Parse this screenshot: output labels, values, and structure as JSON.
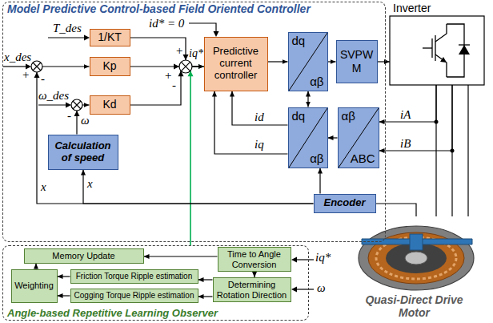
{
  "diagram": {
    "nodes": [
      {
        "text": [
          "Model Predictive Control-based Field Oriented Controller"
        ]
      },
      {
        "text": [
          "1/KT"
        ],
        "in": 0
      },
      {
        "text": [
          "Kp"
        ],
        "in": 0
      },
      {
        "text": [
          "Kd"
        ],
        "in": 0
      },
      {
        "text": [
          "Predictive current controller"
        ],
        "in": 0
      },
      {
        "text": [
          "dq",
          "αβ"
        ],
        "in": 0
      },
      {
        "text": [
          "SVPW M"
        ],
        "in": 0
      },
      {
        "text": [
          "Inverter"
        ]
      },
      {
        "text": [
          "dq",
          "αβ"
        ],
        "in": 0
      },
      {
        "text": [
          "αβ",
          "ABC"
        ],
        "in": 0
      },
      {
        "text": [
          "Calculation of speed"
        ],
        "in": 0
      },
      {
        "text": [
          "Encoder"
        ],
        "in": 0
      },
      {
        "text": [
          "Quasi-Direct Drive Motor"
        ]
      },
      {
        "text": [
          "Angle-based Repetitive Learning Observer"
        ]
      },
      {
        "text": [
          "Memory Update"
        ],
        "in": 13
      },
      {
        "text": [
          "Time to Angle Conversion"
        ],
        "in": 13
      },
      {
        "text": [
          "Friction Torque Ripple estimation"
        ],
        "in": 13
      },
      {
        "text": [
          "Cogging Torque Ripple estimation"
        ],
        "in": 13
      },
      {
        "text": [
          "Weighting"
        ],
        "in": 13
      },
      {
        "text": [
          "Determining Rotation Direction"
        ],
        "in": 13
      }
    ],
    "edges": [
      {
        "from": 1,
        "to": 4,
        "arrow": "to"
      },
      {
        "from": 2,
        "to": 4,
        "arrow": "to"
      },
      {
        "from": 3,
        "to": 4,
        "arrow": "to"
      },
      {
        "from": 13,
        "to": 4,
        "arrow": "to"
      },
      {
        "from": 4,
        "to": 5,
        "arrow": "to"
      },
      {
        "from": 5,
        "to": 6,
        "arrow": "to"
      },
      {
        "from": 6,
        "to": 7,
        "arrow": "to"
      },
      {
        "from": 7,
        "to": 12,
        "arrow": "none"
      },
      {
        "from": 7,
        "to": 12,
        "arrow": "none"
      },
      {
        "from": 7,
        "to": 12,
        "arrow": "none"
      },
      {
        "from": 7,
        "to": 9,
        "label": "iA",
        "arrow": "to"
      },
      {
        "from": 7,
        "to": 9,
        "label": "iB",
        "arrow": "to"
      },
      {
        "from": 9,
        "to": 8,
        "arrow": "to"
      },
      {
        "from": 8,
        "to": 4,
        "label": "id",
        "arrow": "to"
      },
      {
        "from": 8,
        "to": 4,
        "label": "iq",
        "arrow": "to"
      },
      {
        "from": 8,
        "to": 5,
        "arrow": "both"
      },
      {
        "from": 11,
        "to": 8,
        "arrow": "to"
      },
      {
        "from": 11,
        "to": 2,
        "label": "x",
        "arrow": "to"
      },
      {
        "from": 11,
        "to": 10,
        "label": "x",
        "arrow": "to"
      },
      {
        "from": 10,
        "to": 3,
        "label": "ω",
        "arrow": "to"
      },
      {
        "from": 12,
        "to": 11,
        "arrow": "none"
      },
      {
        "from": 15,
        "to": 14,
        "arrow": "to"
      },
      {
        "from": 15,
        "to": 19,
        "arrow": "to"
      },
      {
        "from": 19,
        "to": 16,
        "arrow": "to"
      },
      {
        "from": 19,
        "to": 17,
        "arrow": "to"
      },
      {
        "from": 16,
        "to": 18,
        "arrow": "to"
      },
      {
        "from": 17,
        "to": 18,
        "arrow": "to"
      },
      {
        "from": 18,
        "to": 14,
        "arrow": "to"
      }
    ],
    "labels": [
      "T_des",
      "x_des",
      "ω_des",
      "id* = 0",
      "iq*",
      "+",
      "+",
      "+",
      "-",
      "-",
      "-",
      "iq*",
      "ω"
    ]
  }
}
